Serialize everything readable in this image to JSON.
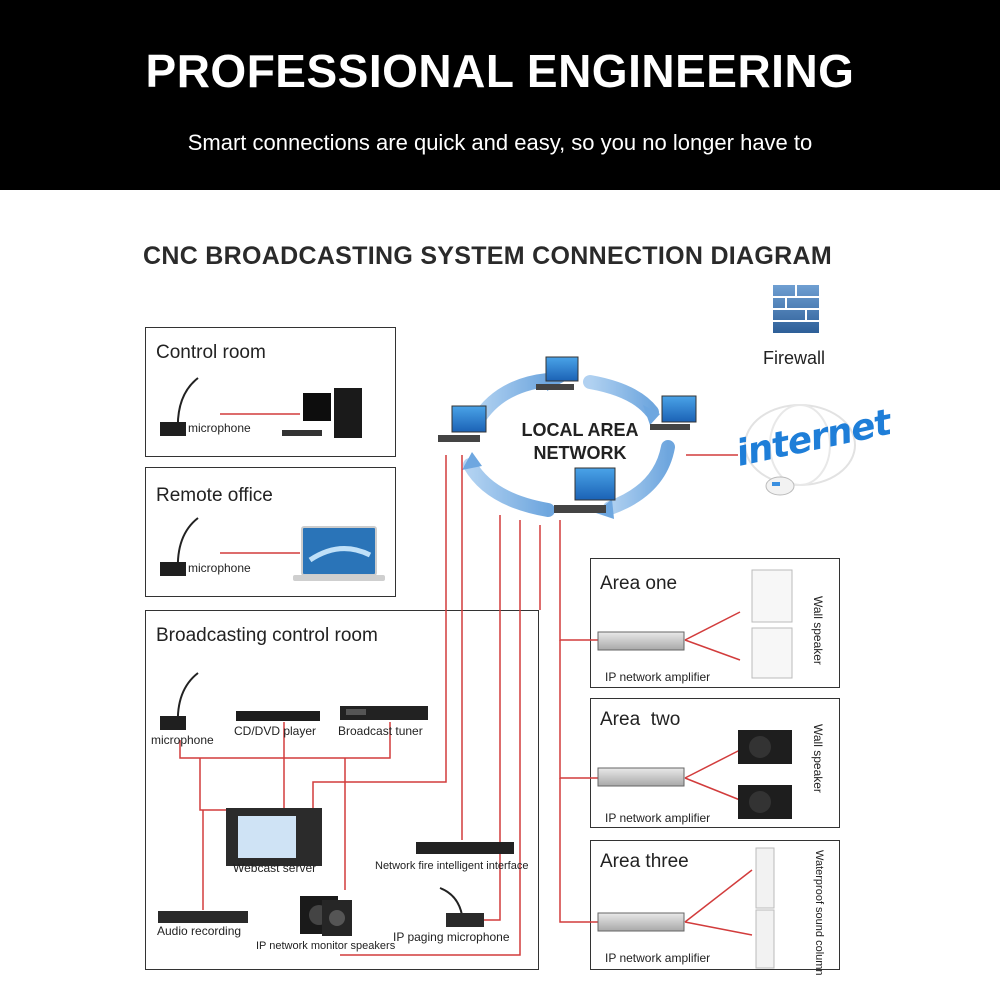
{
  "header": {
    "title": "PROFESSIONAL ENGINEERING",
    "subtitle": "Smart connections are quick and easy, so you no longer have to"
  },
  "diagram": {
    "title": "CNC BROADCASTING SYSTEM CONNECTION DIAGRAM",
    "lan_line1": "LOCAL AREA",
    "lan_line2": "NETWORK",
    "firewall": "Firewall",
    "internet": "internet"
  },
  "control_room": {
    "title": "Control room",
    "microphone": "microphone"
  },
  "remote_office": {
    "title": "Remote office",
    "microphone": "microphone"
  },
  "broadcast_room": {
    "title": "Broadcasting control room",
    "microphone": "microphone",
    "dvd": "CD/DVD player",
    "tuner": "Broadcast tuner",
    "server": "Webcast server",
    "fire": "Network fire intelligent interface",
    "recording": "Audio recording",
    "monitor": "IP network monitor speakers",
    "paging": "IP paging microphone"
  },
  "areas": [
    {
      "title": "Area one",
      "amp": "IP network amplifier",
      "speaker": "Wall speaker"
    },
    {
      "title": "Area  two",
      "amp": "IP network amplifier",
      "speaker": "Wall speaker"
    },
    {
      "title": "Area three",
      "amp": "IP network amplifier",
      "speaker": "Waterproof sound column"
    }
  ],
  "colors": {
    "header_bg": "#000000",
    "connector": "#d23c3c",
    "lan_arrow": "#7fb0e3",
    "internet": "#1e7ed8"
  }
}
